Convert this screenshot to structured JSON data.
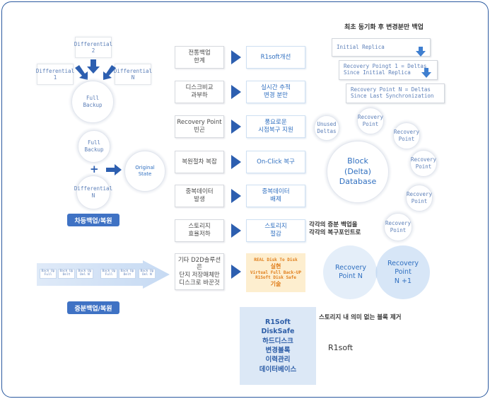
{
  "colors": {
    "frame": "#2b5aa0",
    "accent": "#2d5fb0",
    "label_bg": "#3f72c4",
    "blue_text": "#2f6fc0",
    "circle_text": "#5c7fb8",
    "overlap_fill": "#e2edf9",
    "safe_fill": "#dce8f6",
    "orange_fill": "#fdeecf",
    "orange_text": "#e07d1a"
  },
  "differential": {
    "diff2": "Differential\n2",
    "diff1": "Differential\n1",
    "diffN": "Differential\nN",
    "full_backup_1": "Full\nBackup",
    "full_backup_2": "Full\nBackup",
    "plus": "+",
    "diffN_bottom": "Differential\nN",
    "original_state": "Original\nState",
    "label": "차등백업/복원"
  },
  "incremental": {
    "mini_boxes": [
      "Back Up\nFull",
      "Back Up\nDelt",
      "Back Up\nDel N",
      "Back Up\nFull",
      "Back Up\nDelt",
      "Back Up\nDel N"
    ],
    "label": "증분백업/복원"
  },
  "comparison": {
    "rows": [
      {
        "problem": "전통백업\n한계",
        "solution": "R1soft개선"
      },
      {
        "problem": "디스크비교\n과부하",
        "solution": "실시간 추적\n변경 분만"
      },
      {
        "problem": "Recovery Point\n빈곤",
        "solution": "풍요로운\n시점복구 지원"
      },
      {
        "problem": "복원절차 복잡",
        "solution": "On-Click 복구"
      },
      {
        "problem": "중복데이터\n발생",
        "solution": "중복데이터\n배제"
      },
      {
        "problem": "스토리지\n효율저하",
        "solution": "스토리지\n절감"
      },
      {
        "problem": "기타 D2D솔루션은\n단지 저장매체만\n디스크로 바꾼것",
        "solution_lines": [
          "REAL Disk To Disk",
          "실현",
          "Virtual Full Back-UP",
          "R1Soft Disk Safe",
          "기술"
        ]
      }
    ]
  },
  "replica": {
    "heading": "최초 동기화 후 변경분만 백업",
    "initial": "Initial Replica",
    "rp1": "Recovery Poingt 1 = Deltas\nSince Initial Replica",
    "rpN": "Recovery Point N = Deltas\nSince Last Synchronization"
  },
  "block_db": {
    "center": "Block\n(Delta)\nDatabase",
    "unused": "Unused\nDeltas",
    "recovery_points": [
      "Recovery\nPoint",
      "Recovery\nPoint",
      "Recovery\nPoint",
      "Recovery\nPoint",
      "Recovery\nPoint"
    ],
    "note": "각각의 증분 백업을\n각각의 복구포인트로"
  },
  "venn": {
    "left": "Recovery\nPoint N",
    "right": "Recovery\nPoint\nN +1",
    "note": "스토리지 내 의미 없는 블록 제거"
  },
  "disksafe": {
    "lines": [
      "R1Soft",
      "DiskSafe",
      "하드디스크",
      "변경블록",
      "이력관리",
      "데이터베이스"
    ],
    "brand": "R1soft"
  }
}
